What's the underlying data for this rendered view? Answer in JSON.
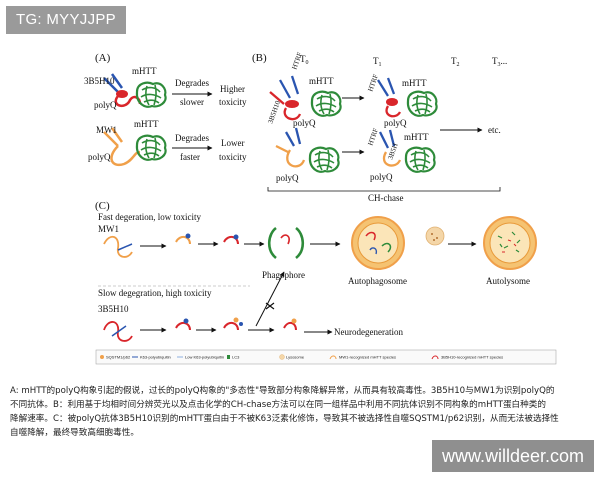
{
  "watermarks": {
    "top": "TG: MYYJJPP",
    "bottom": "www.willdeer.com"
  },
  "panel_a": {
    "label": "(A)",
    "top": {
      "antibody": "3B5H10",
      "protein": "mHTT",
      "polyq": "polyQ",
      "arrow_label_1": "Degrades",
      "arrow_label_2": "slower",
      "result_1": "Higher",
      "result_2": "toxicity"
    },
    "bottom": {
      "antibody": "MW1",
      "protein": "mHTT",
      "polyq": "polyQ",
      "arrow_label_1": "Degrades",
      "arrow_label_2": "faster",
      "result_1": "Lower",
      "result_2": "toxicity"
    }
  },
  "panel_b": {
    "label": "(B)",
    "t0": "T",
    "t0_sub": "0",
    "t1": "T",
    "t1_sub": "1",
    "t2": "T",
    "t2_sub": "2",
    "t3": "T",
    "t3_sub": "3",
    "t3_suffix": "...",
    "htrf": "HTRF",
    "mhtt": "mHTT",
    "polyq": "polyQ",
    "ab1": "3B5H10",
    "ab2": "3B5H",
    "etc": "etc.",
    "chase": "CH-chase"
  },
  "panel_c": {
    "label": "(C)",
    "fast_title": "Fast degeration, low toxicity",
    "fast_ab": "MW1",
    "phagophore": "Phagophore",
    "autophagosome": "Autophagosome",
    "autolysome": "Autolysome",
    "slow_title": "Slow degegration, high toxicity",
    "slow_ab": "3B5H10",
    "neurodegeneration": "Neurodegeneration",
    "legend": [
      "SQSTM1/p62",
      "K63-polyubiquitin",
      "Low K63-polyubiquitin",
      "LC3",
      "Lysosome",
      "MW1-recognized mHTT species",
      "3B5H10-recognized mHTT species"
    ]
  },
  "colors": {
    "green": "#2e8b3a",
    "red": "#d9262b",
    "blue": "#2a55b0",
    "orange": "#f0a04a",
    "autophagosome": "#f5c372"
  },
  "caption": {
    "line1": "A: mHTT的polyQ构象引起的假说，过长的polyQ构象的\"多态性\"导致部分构象降解异常，从而具有较高毒性。3B5H10与MW1为识别polyQ的",
    "line2": "不同抗体。B：利用基于均相时间分辨荧光以及点击化学的CH-chase方法可以在同一组样品中利用不同抗体识别不同构象的mHTT蛋白种类的",
    "line3": "降解速率。C：被polyQ抗体3B5H10识别的mHTT蛋白由于不被K63泛素化修饰，导致其不被选择性自噬SQSTM1/p62识别，从而无法被选择性",
    "line4": "自噬降解，最终导致高细胞毒性。"
  }
}
